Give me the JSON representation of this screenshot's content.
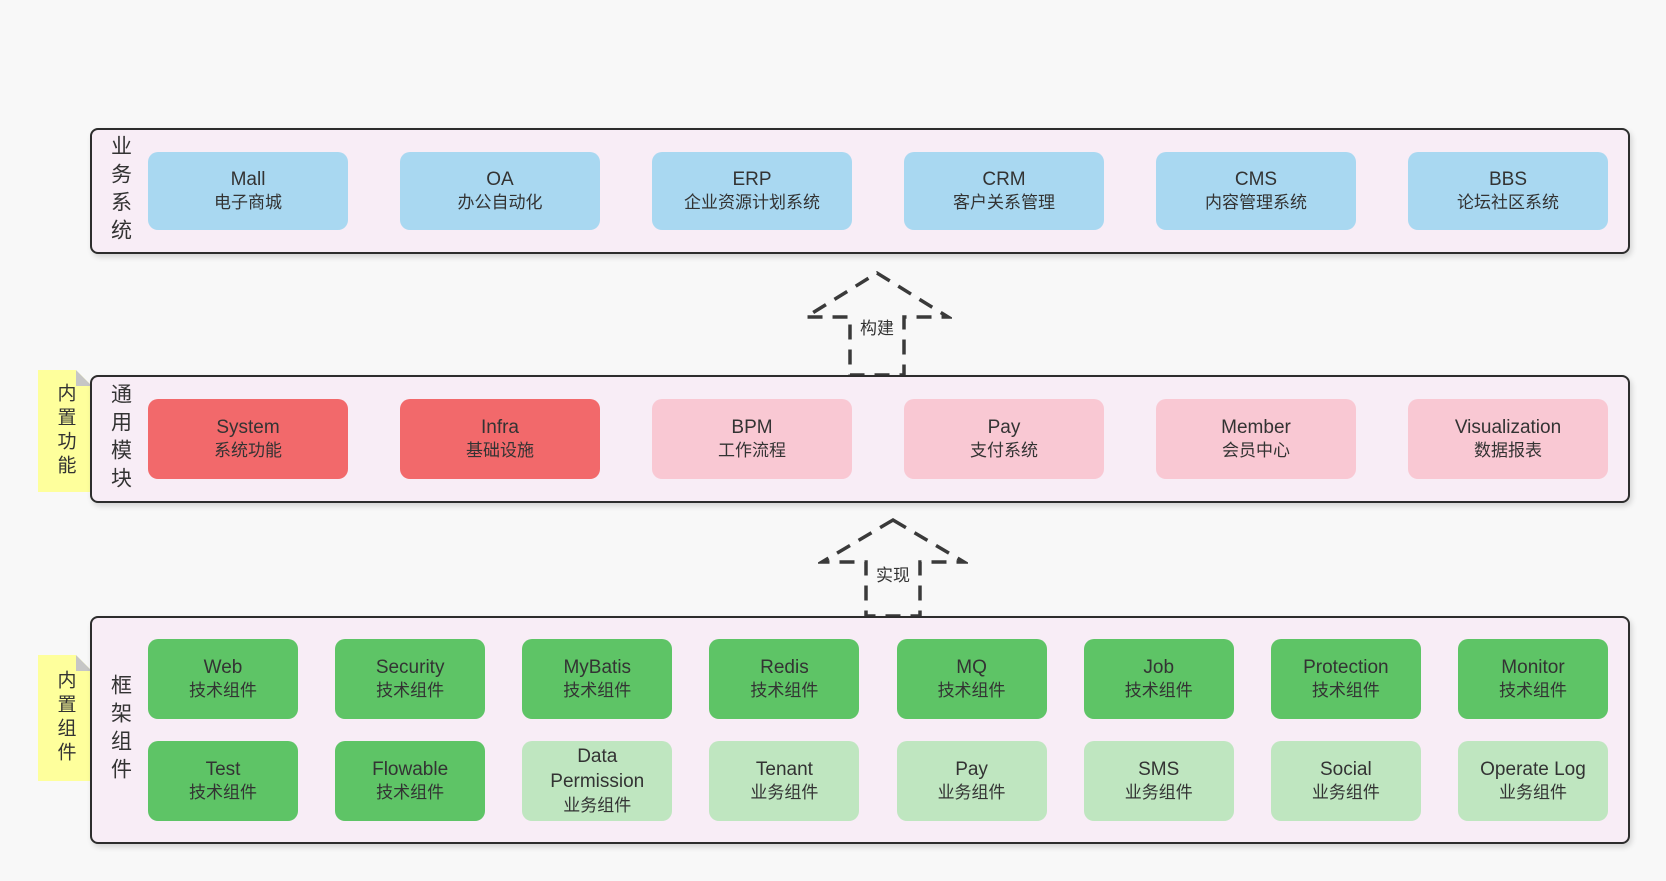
{
  "colors": {
    "page_bg": "#f8f8f8",
    "band_bg": "#f8edf6",
    "band_border": "#2d2d2d",
    "blue": "#a9d8f1",
    "red": "#f2696b",
    "pink": "#f9c8d3",
    "green": "#5ec466",
    "green_light": "#bfe6c0",
    "sticky_yellow": "#feff9c",
    "fold_gray": "#c6c6c6",
    "dash": "#3a3a3a",
    "text": "#333333"
  },
  "bands": [
    {
      "label": "业务系统",
      "boxes": [
        {
          "title": "Mall",
          "subtitle": "电子商城"
        },
        {
          "title": "OA",
          "subtitle": "办公自动化"
        },
        {
          "title": "ERP",
          "subtitle": "企业资源计划系统"
        },
        {
          "title": "CRM",
          "subtitle": "客户关系管理"
        },
        {
          "title": "CMS",
          "subtitle": "内容管理系统"
        },
        {
          "title": "BBS",
          "subtitle": "论坛社区系统"
        }
      ]
    },
    {
      "label": "通用模块",
      "sticky": "内置功能",
      "boxes": [
        {
          "title": "System",
          "subtitle": "系统功能"
        },
        {
          "title": "Infra",
          "subtitle": "基础设施"
        },
        {
          "title": "BPM",
          "subtitle": "工作流程"
        },
        {
          "title": "Pay",
          "subtitle": "支付系统"
        },
        {
          "title": "Member",
          "subtitle": "会员中心"
        },
        {
          "title": "Visualization",
          "subtitle": "数据报表"
        }
      ]
    },
    {
      "label": "框架组件",
      "sticky": "内置组件",
      "rows": [
        [
          {
            "title": "Web",
            "subtitle": "技术组件"
          },
          {
            "title": "Security",
            "subtitle": "技术组件"
          },
          {
            "title": "MyBatis",
            "subtitle": "技术组件"
          },
          {
            "title": "Redis",
            "subtitle": "技术组件"
          },
          {
            "title": "MQ",
            "subtitle": "技术组件"
          },
          {
            "title": "Job",
            "subtitle": "技术组件"
          },
          {
            "title": "Protection",
            "subtitle": "技术组件"
          },
          {
            "title": "Monitor",
            "subtitle": "技术组件"
          }
        ],
        [
          {
            "title": "Test",
            "subtitle": "技术组件"
          },
          {
            "title": "Flowable",
            "subtitle": "技术组件"
          },
          {
            "title": "Data Permission",
            "subtitle": "业务组件"
          },
          {
            "title": "Tenant",
            "subtitle": "业务组件"
          },
          {
            "title": "Pay",
            "subtitle": "业务组件"
          },
          {
            "title": "SMS",
            "subtitle": "业务组件"
          },
          {
            "title": "Social",
            "subtitle": "业务组件"
          },
          {
            "title": "Operate Log",
            "subtitle": "业务组件"
          }
        ]
      ]
    }
  ],
  "arrows": [
    {
      "label": "构建"
    },
    {
      "label": "实现"
    }
  ]
}
